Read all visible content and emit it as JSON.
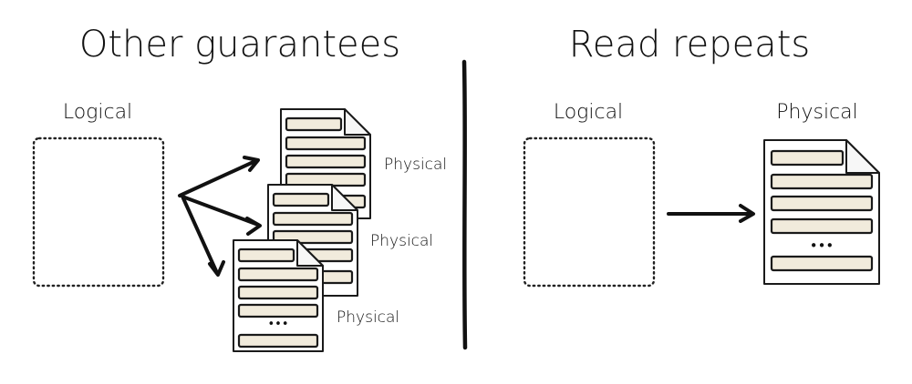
{
  "left_panel": {
    "title": "Other guarantees",
    "logical_label": "Logical",
    "physical_labels": [
      "Physical",
      "Physical",
      "Physical"
    ]
  },
  "right_panel": {
    "title": "Read repeats",
    "logical_label": "Logical",
    "physical_label": "Physical"
  },
  "document": {
    "ellipsis": "•••",
    "row_fill": "#f1ebdc"
  }
}
